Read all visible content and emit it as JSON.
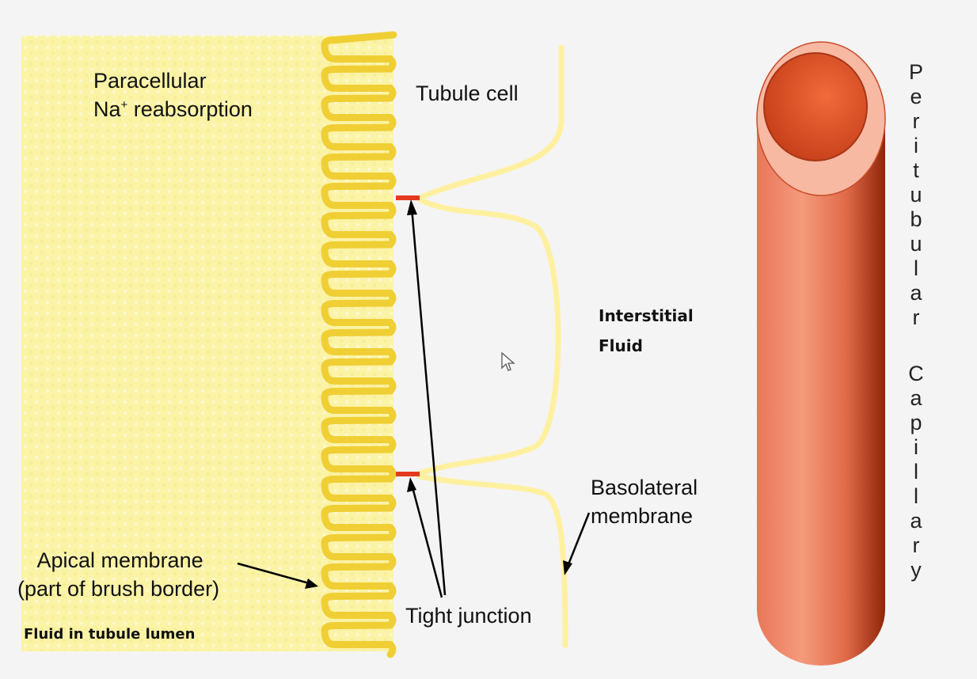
{
  "labels": {
    "paracellular_line1": "Paracellular",
    "paracellular_na": "Na",
    "paracellular_sup": "+",
    "paracellular_rest": " reabsorption",
    "tubule_cell": "Tubule cell",
    "interstitial_line1": "Interstitial",
    "interstitial_line2": "Fluid",
    "basolateral_line1": "Basolateral",
    "basolateral_line2": "membrane",
    "apical_line1": "Apical membrane",
    "apical_line2": "(part of brush border)",
    "tight_junction": "Tight junction",
    "fluid_lumen": "Fluid in tubule lumen"
  },
  "capillary_label": {
    "word1": [
      "P",
      "e",
      "r",
      "i",
      "t",
      "u",
      "b",
      "u",
      "l",
      "a",
      "r"
    ],
    "word2": [
      "C",
      "a",
      "p",
      "i",
      "l",
      "l",
      "a",
      "r",
      "y"
    ]
  },
  "colors": {
    "lumen_fill": "#fbf3a8",
    "membrane_stroke": "#f2d23c",
    "cell_membrane": "#fff29a",
    "tight_junction": "#e53a1e",
    "capillary_dark": "#9a2a10",
    "capillary_mid": "#e2694a",
    "capillary_light": "#f7a98c"
  }
}
